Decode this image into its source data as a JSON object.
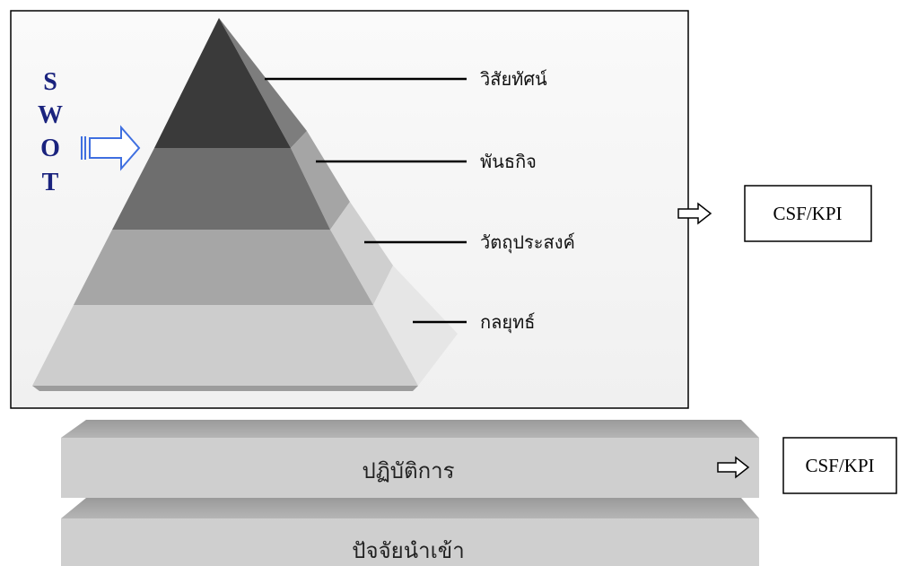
{
  "swot": {
    "letters": [
      "S",
      "W",
      "O",
      "T"
    ],
    "color": "#1a237e",
    "arrow_color": "#3f6fe0"
  },
  "pyramid": {
    "levels": [
      {
        "label": "วิสัยทัศน์",
        "front": "#3a3a3a",
        "side": "#7d7d7d"
      },
      {
        "label": "พันธกิจ",
        "front": "#6e6e6e",
        "side": "#a5a5a5"
      },
      {
        "label": "วัตถุประสงค์",
        "front": "#a6a6a6",
        "side": "#cfcfcf"
      },
      {
        "label": "กลยุทธ์",
        "front": "#cdcdcd",
        "side": "#e6e6e6"
      }
    ]
  },
  "csf_top": "CSF/KPI",
  "bars": {
    "operations": {
      "label": "ปฏิบัติการ",
      "csf": "CSF/KPI"
    },
    "inputs": {
      "label": "ปัจจัยนำเข้า"
    }
  }
}
